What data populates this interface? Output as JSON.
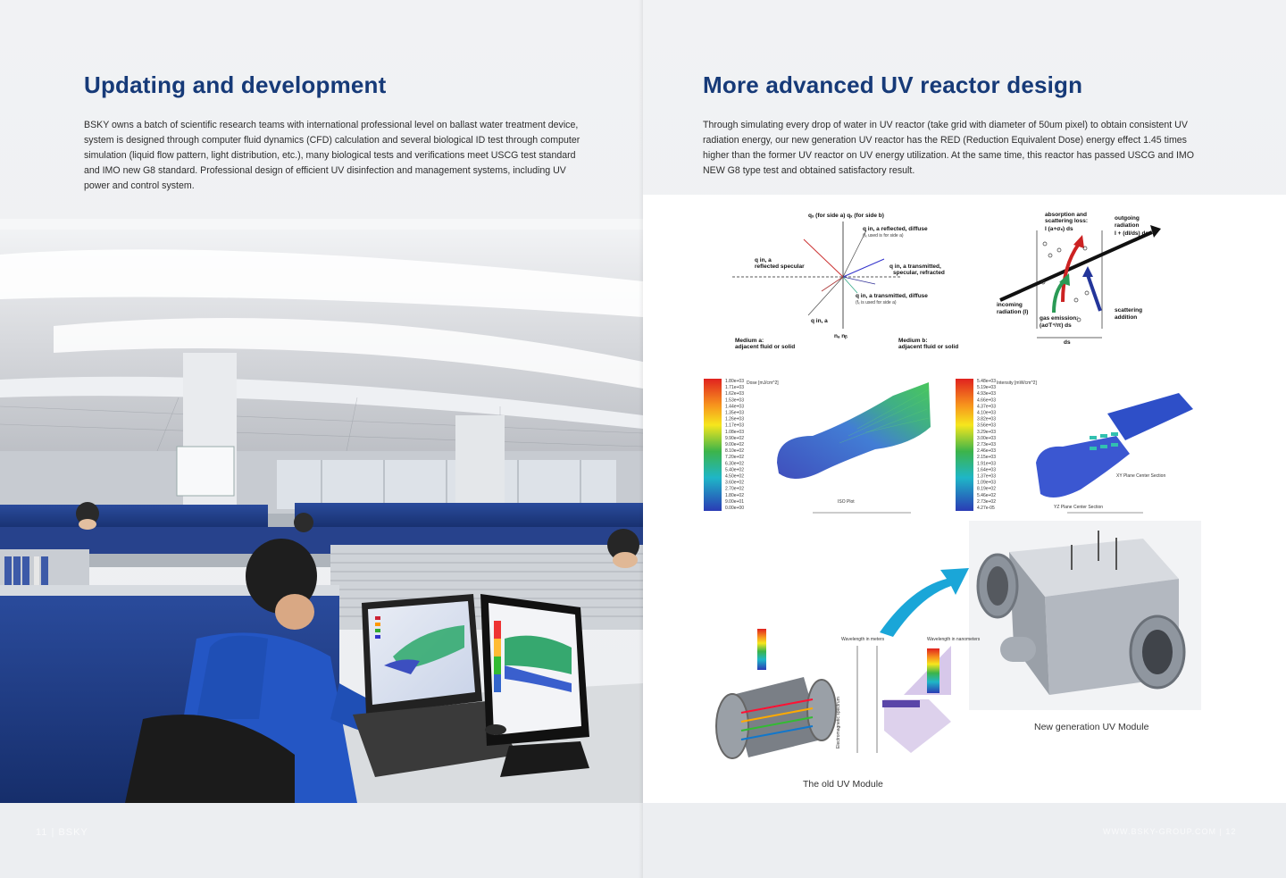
{
  "left": {
    "title": "Updating and development",
    "paragraph_lines": [
      "BSKY owns a batch of scientific research teams with international professional level on ballast water treatment device,",
      "system is designed through computer fluid dynamics (CFD) calculation and several biological ID test through computer",
      "simulation (liquid flow pattern, light distribution, etc.), many biological tests and verifications meet USCG test standard",
      "and IMO new G8 standard. Professional design of efficient UV disinfection and management systems, including UV",
      "power and control system."
    ],
    "footer": "11 | BSKY"
  },
  "right": {
    "title": "More advanced UV reactor design",
    "paragraph_lines": [
      "Through simulating every drop of water in UV reactor (take grid with diameter of 50um pixel) to obtain consistent UV",
      "radiation energy, our new generation UV reactor has the RED (Reduction Equivalent Dose) energy effect 1.45 times",
      "higher than the former UV reactor on UV energy utilization. At the same time, this reactor has passed USCG and IMO",
      "NEW G8 type test and obtained satisfactory result."
    ],
    "diagram1": {
      "top_label": "qₓ (for side a)  qₓ (for side b)",
      "refl_diffuse": "q in, a reflected, diffuse",
      "refl_diffuse2": "(fₓ used is for side a)",
      "refl_specular": "q in, a",
      "refl_specular2": "reflected specular",
      "trans_spec": "q in, a transmitted,",
      "trans_spec2": "specular, refracted",
      "trans_diffuse": "q in, a transmitted, diffuse",
      "trans_diffuse2": "(fₓ is used for side a)",
      "q_in": "q in, a",
      "n_labels": "nₐ  nᵦ",
      "medium_a": "Medium a:",
      "medium_a2": "adjacent fluid or solid",
      "medium_b": "Medium b:",
      "medium_b2": "adjacent fluid or solid"
    },
    "diagram2": {
      "absorption": "absorption and",
      "absorption2": "scattering loss:",
      "absorption3": "I (a+σₛ) ds",
      "outgoing": "outgoing",
      "outgoing2": "radiation",
      "outgoing3": "I + (dI/ds) ds",
      "incoming": "incoming",
      "incoming2": "radiation (I)",
      "gas": "gas emission:",
      "gas2": "(aσT⁴/π) ds",
      "scattering": "scattering",
      "scattering2": "addition",
      "ds": "ds"
    },
    "cfd_left": {
      "title": "Dose [mJ/cm^2]",
      "ticks": [
        "1.80e+03",
        "1.71e+03",
        "1.62e+03",
        "1.53e+03",
        "1.44e+03",
        "1.35e+03",
        "1.26e+03",
        "1.17e+03",
        "1.08e+03",
        "9.90e+02",
        "9.00e+02",
        "8.10e+02",
        "7.20e+02",
        "6.30e+02",
        "5.40e+02",
        "4.50e+02",
        "3.60e+02",
        "2.70e+02",
        "1.80e+02",
        "9.00e+01",
        "0.00e+00"
      ],
      "label": "ISO Plot"
    },
    "cfd_right": {
      "title": "Intensity [mW/cm^2]",
      "ticks": [
        "5.48e+03",
        "5.19e+03",
        "4.93e+03",
        "4.66e+03",
        "4.37e+03",
        "4.10e+03",
        "3.82e+03",
        "3.56e+03",
        "3.29e+03",
        "3.00e+03",
        "2.73e+03",
        "2.46e+03",
        "2.15e+03",
        "1.91e+03",
        "1.64e+03",
        "1.37e+03",
        "1.09e+03",
        "8.19e+02",
        "5.46e+02",
        "2.73e+02",
        "4.27e-05"
      ],
      "label_xy": "XY Plane Center Section",
      "label_yz": "YZ Plane Center Section"
    },
    "spectrum_axis": "Electromagnetic spectrum",
    "spectrum_wavelength_m": "Wavelength in meters",
    "spectrum_wavelength_cm": "Wavelength in nanometers",
    "caption_old": "The old UV Module",
    "caption_new": "New generation UV Module",
    "footer": "WWW.BSKY-GROUP.COM | 12"
  },
  "colors": {
    "title": "#163a78",
    "arrow": "#1aa6d8",
    "chair_shirt": "#1f4fb5",
    "partition": "#1d3a8a"
  }
}
